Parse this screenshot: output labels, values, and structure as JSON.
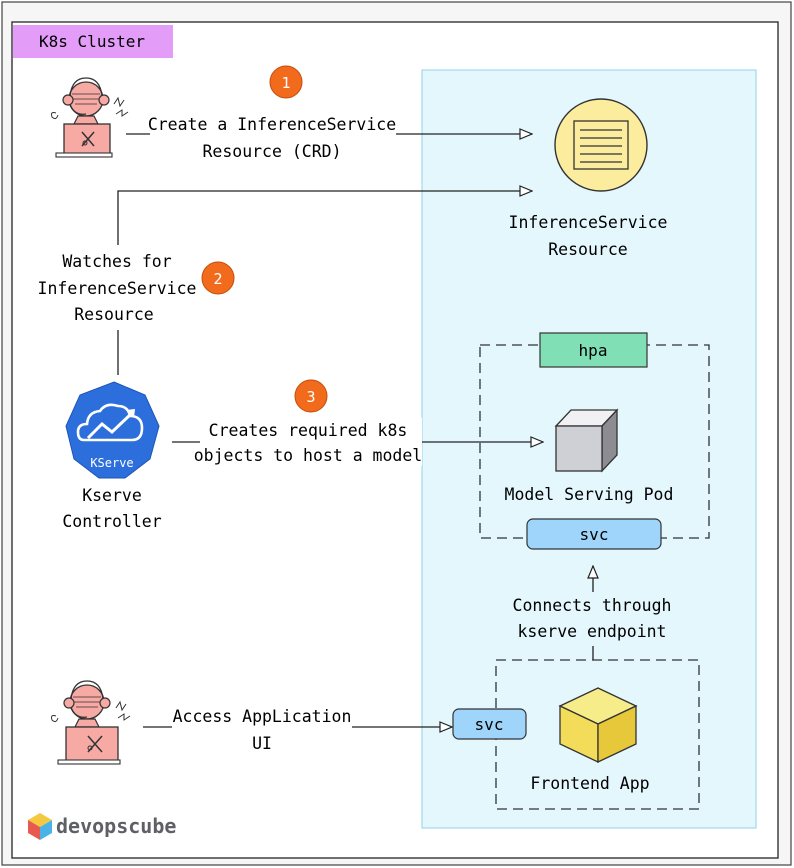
{
  "cluster": {
    "label": "K8s Cluster"
  },
  "steps": {
    "step1": {
      "number": "1",
      "text_line1": "Create a InferenceService",
      "text_line2": "Resource (CRD)"
    },
    "step2": {
      "number": "2",
      "text_line1": "Watches for",
      "text_line2": "InferenceService",
      "text_line3": "Resource"
    },
    "step3": {
      "number": "3",
      "text_line1": "Creates required k8s",
      "text_line2": "objects to host a model"
    }
  },
  "inference_resource": {
    "line1": "InferenceService",
    "line2": "Resource"
  },
  "kserve": {
    "logo_text": "KServe",
    "label_line1": "Kserve",
    "label_line2": "Controller"
  },
  "hpa": {
    "label": "hpa"
  },
  "pod": {
    "label": "Model Serving Pod"
  },
  "svc_model": {
    "label": "svc"
  },
  "connect": {
    "line1": "Connects through",
    "line2": "kserve endpoint"
  },
  "access": {
    "line1": "Access AppLication",
    "line2": "UI"
  },
  "svc_frontend": {
    "label": "svc"
  },
  "frontend": {
    "label": "Frontend App"
  },
  "brand": {
    "name": "devopscube"
  },
  "colors": {
    "cluster_tag": "#e39cf8",
    "namespace_fill": "#e4f7fd",
    "step_badge": "#f26b1d",
    "resource_circle": "#fcec9e",
    "hpa_fill": "#80dfb4",
    "svc_fill": "#9fd5fb",
    "kserve_blue": "#2c6fdc"
  }
}
